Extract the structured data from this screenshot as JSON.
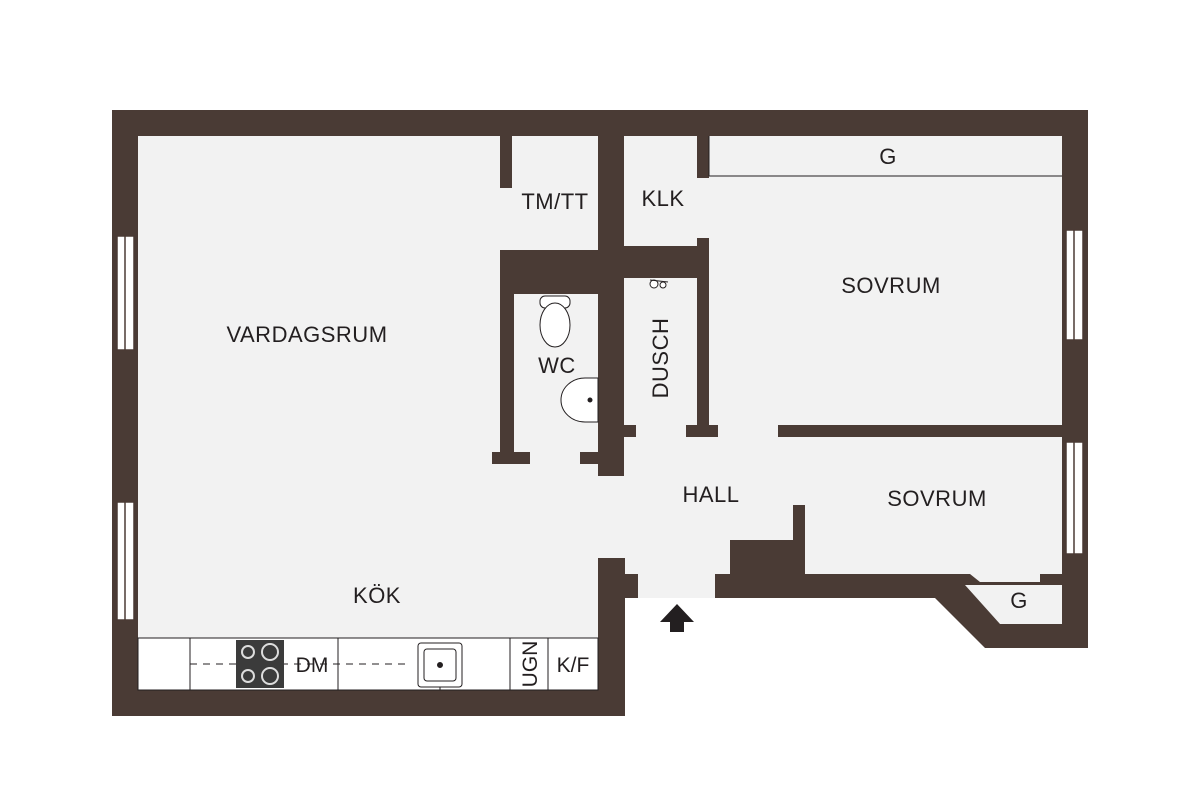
{
  "floorplan": {
    "colors": {
      "wall": "#4a3b35",
      "floor": "#f2f2f2",
      "background": "#ffffff",
      "text": "#231f20",
      "fixture_line": "#231f20"
    },
    "rooms": {
      "vardagsrum": "VARDAGSRUM",
      "kok": "KÖK",
      "tm_tt": "TM/TT",
      "klk": "KLK",
      "wc": "WC",
      "dusch": "DUSCH",
      "hall": "HALL",
      "sovrum_upper": "SOVRUM",
      "sovrum_lower": "SOVRUM",
      "g_upper": "G",
      "g_lower": "G"
    },
    "kitchen": {
      "dm": "DM",
      "ugn": "UGN",
      "kf": "K/F"
    },
    "icons": {
      "entrance": "arrow-up-icon",
      "stove": "stove-icon",
      "sink": "sink-icon",
      "toilet": "toilet-icon",
      "washbasin": "washbasin-icon",
      "shower": "shower-icon"
    }
  }
}
